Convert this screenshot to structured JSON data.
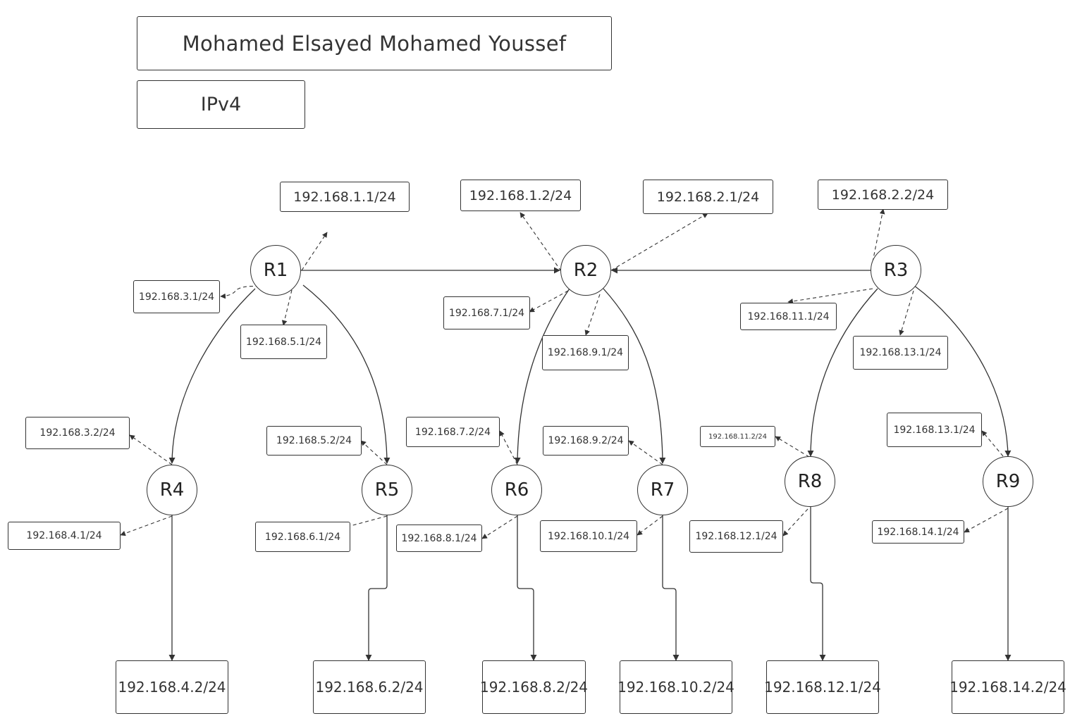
{
  "header": {
    "title": "Mohamed Elsayed Mohamed Youssef",
    "subtitle": "IPv4"
  },
  "routers": [
    {
      "id": "r1",
      "label": "R1"
    },
    {
      "id": "r2",
      "label": "R2"
    },
    {
      "id": "r3",
      "label": "R3"
    },
    {
      "id": "r4",
      "label": "R4"
    },
    {
      "id": "r5",
      "label": "R5"
    },
    {
      "id": "r6",
      "label": "R6"
    },
    {
      "id": "r7",
      "label": "R7"
    },
    {
      "id": "r8",
      "label": "R8"
    },
    {
      "id": "r9",
      "label": "R9"
    }
  ],
  "addresses": {
    "r1_top": "192.168.1.1/24",
    "r2_left_top": "192.168.1.2/24",
    "r2_right_top": "192.168.2.1/24",
    "r3_top": "192.168.2.2/24",
    "r1_to_r4": "192.168.3.1/24",
    "r1_to_r5": "192.168.5.1/24",
    "r2_to_r6": "192.168.7.1/24",
    "r2_to_r7": "192.168.9.1/24",
    "r3_to_r8": "192.168.11.1/24",
    "r3_to_r9": "192.168.13.1/24",
    "r4_up": "192.168.3.2/24",
    "r5_up": "192.168.5.2/24",
    "r6_up": "192.168.7.2/24",
    "r7_up": "192.168.9.2/24",
    "r8_up": "192.168.11.2/24",
    "r9_up": "192.168.13.1/24",
    "r4_down": "192.168.4.1/24",
    "r5_down": "192.168.6.1/24",
    "r6_down": "192.168.8.1/24",
    "r7_down": "192.168.10.1/24",
    "r8_down": "192.168.12.1/24",
    "r9_down": "192.168.14.1/24",
    "lan4": "192.168.4.2/24",
    "lan6": "192.168.6.2/24",
    "lan8": "192.168.8.2/24",
    "lan10": "192.168.10.2/24",
    "lan12": "192.168.12.1/24",
    "lan14": "192.168.14.2/24"
  },
  "style": {
    "line_color": "#333333",
    "background": "#ffffff"
  }
}
